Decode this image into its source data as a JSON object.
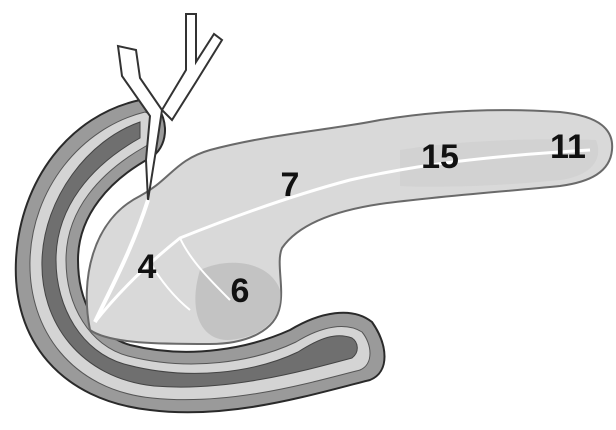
{
  "labels": {
    "head": "4",
    "uncinate": "6",
    "body": "7",
    "tail_proximal": "15",
    "tail_distal": "11"
  },
  "colors": {
    "duodenum_outer": "#9a9a9a",
    "duodenum_inner": "#6f6f6f",
    "duodenum_lining": "#d4d4d4",
    "pancreas": "#d9d9d9",
    "pancreas_shadow": "#bdbdbd",
    "duct": "#ffffff",
    "outline": "#2a2a2a",
    "label": "#111111"
  }
}
